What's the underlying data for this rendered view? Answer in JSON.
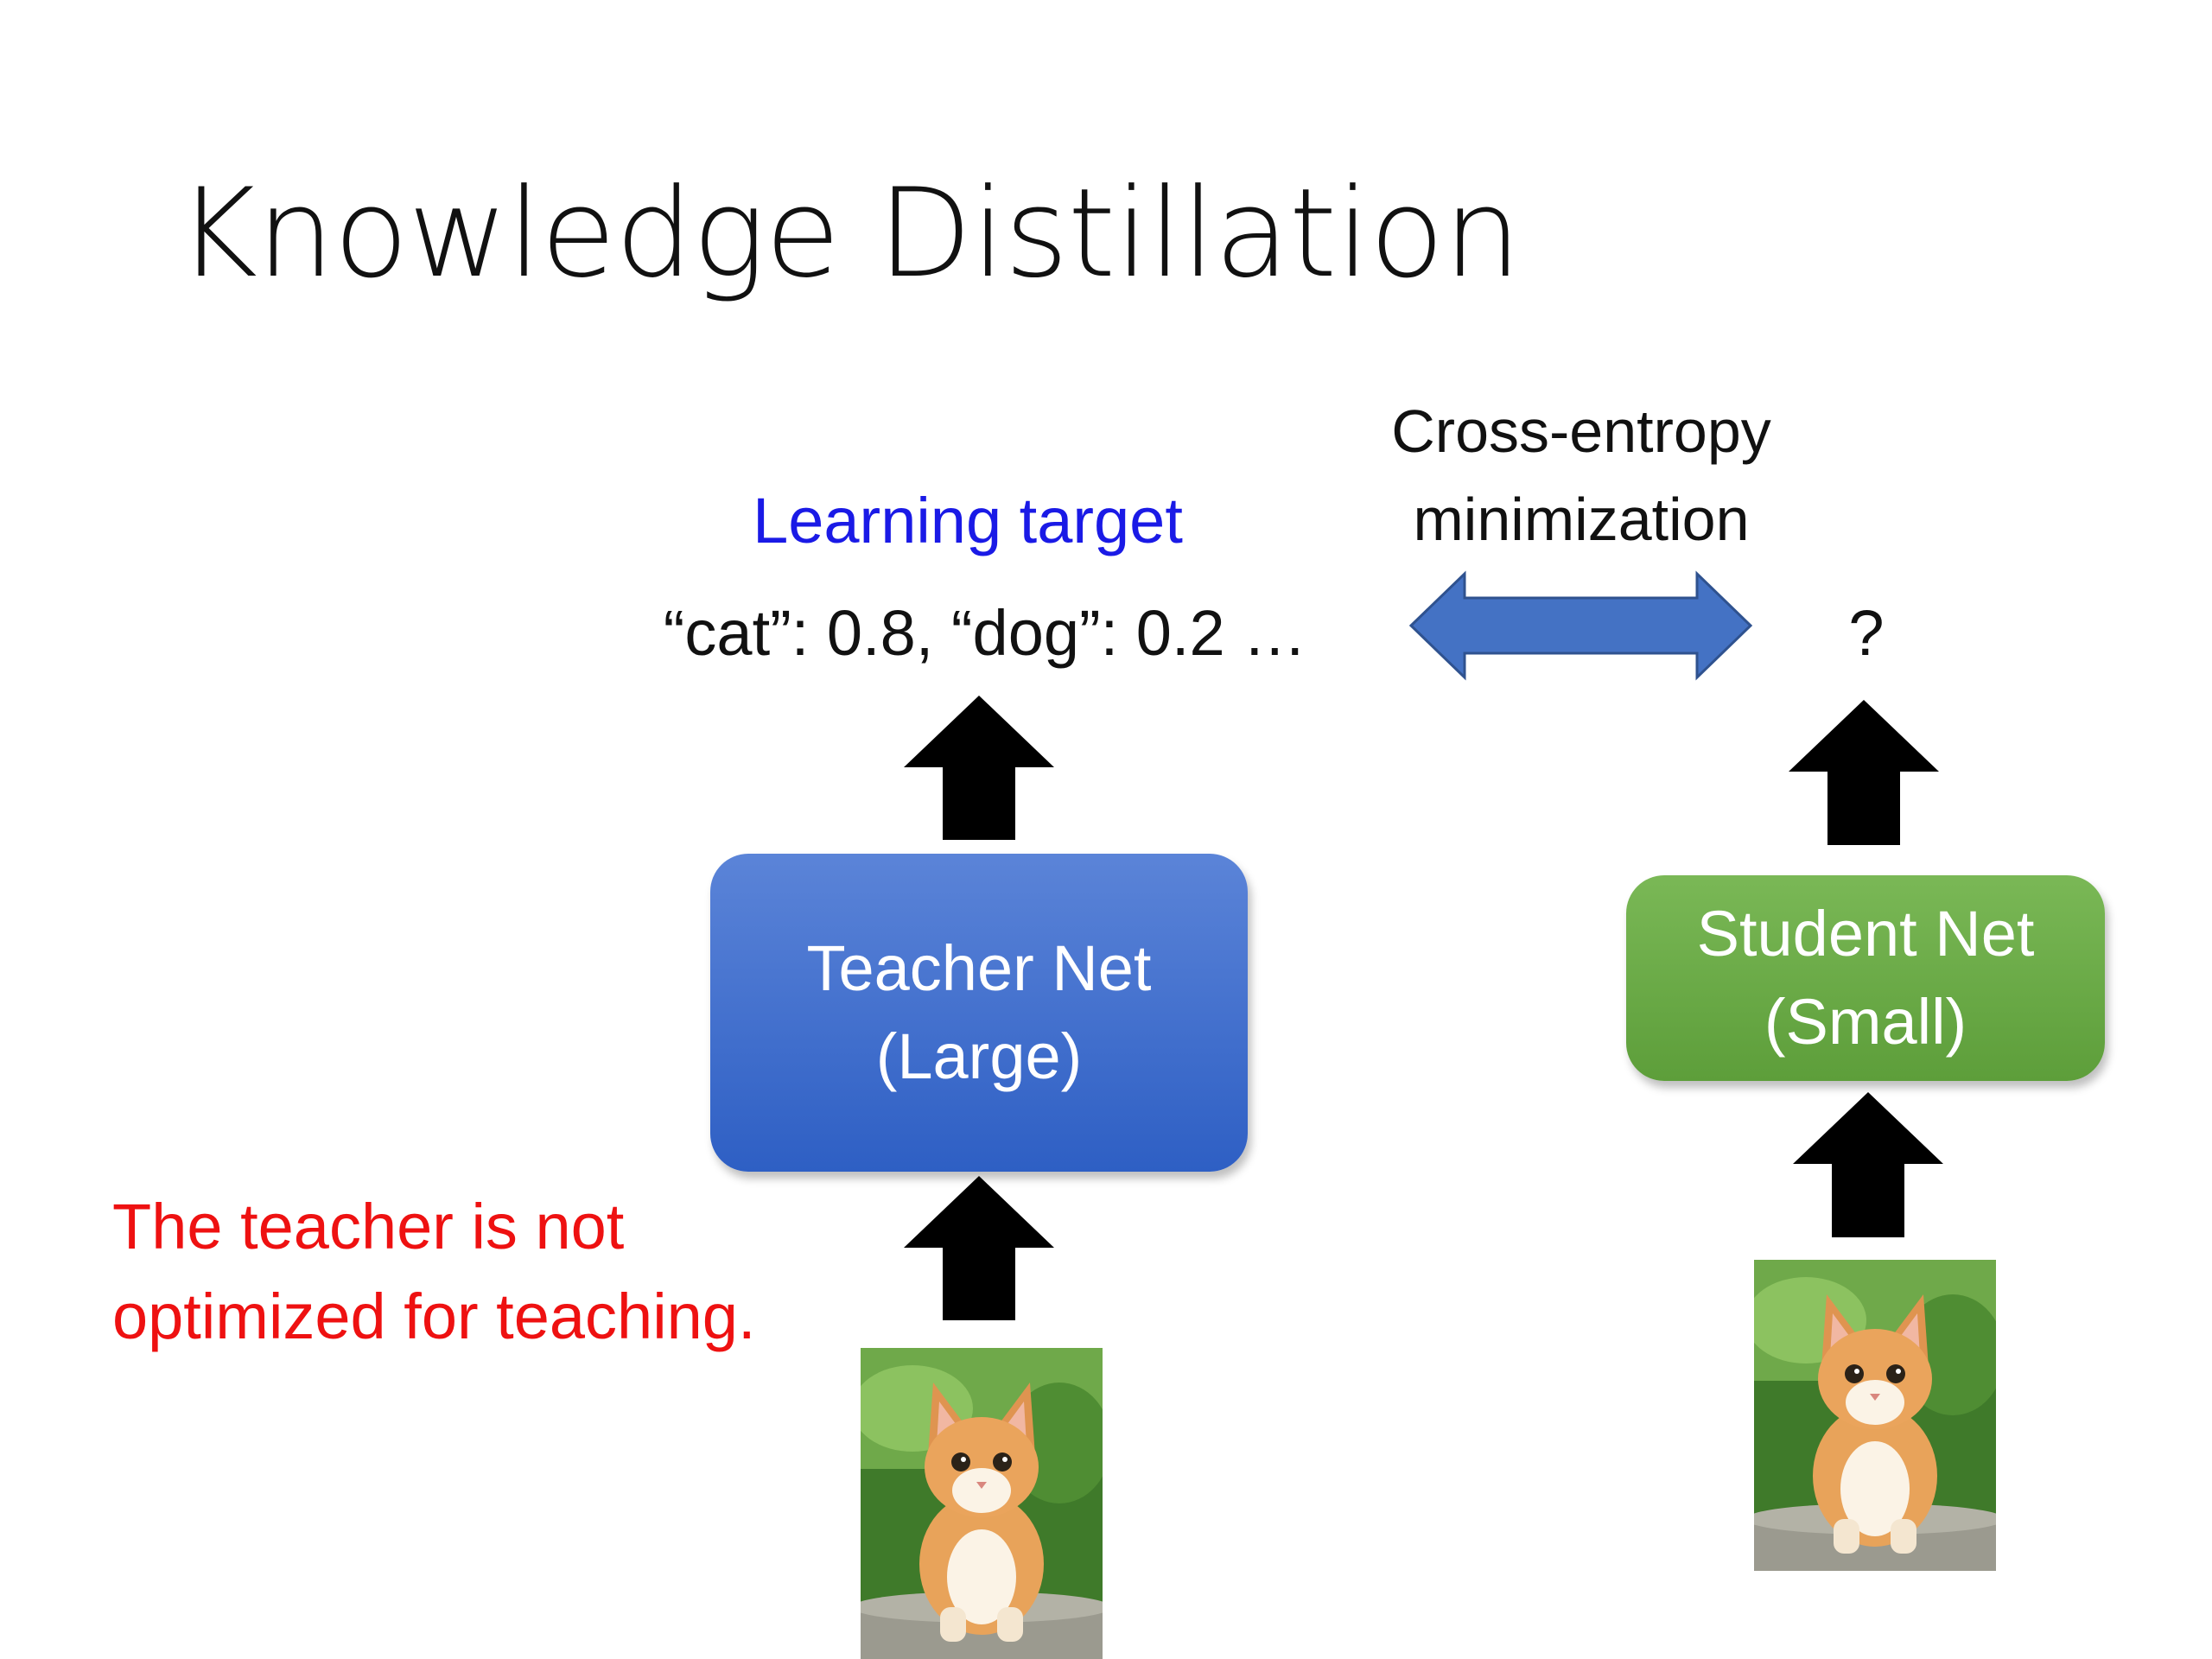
{
  "slide": {
    "title": "Knowledge Distillation",
    "cross_entropy": [
      "Cross-entropy",
      "minimization"
    ],
    "learning_target_label": "Learning target",
    "teacher_output": "“cat”: 0.8, “dog”: 0.2 …",
    "student_output": "?",
    "teacher_net": [
      "Teacher Net",
      "(Large)"
    ],
    "student_net": [
      "Student Net",
      "(Small)"
    ],
    "note": [
      "The teacher is not",
      "optimized for teaching."
    ]
  },
  "colors": {
    "learning_target": "#1a1ae6",
    "note": "#ee1111",
    "teacher_box": "#3b69c9",
    "student_box": "#6aab46",
    "double_arrow": "#4472c4"
  },
  "icons": [
    "up-arrow-icon",
    "double-arrow-icon",
    "kitten-image"
  ]
}
